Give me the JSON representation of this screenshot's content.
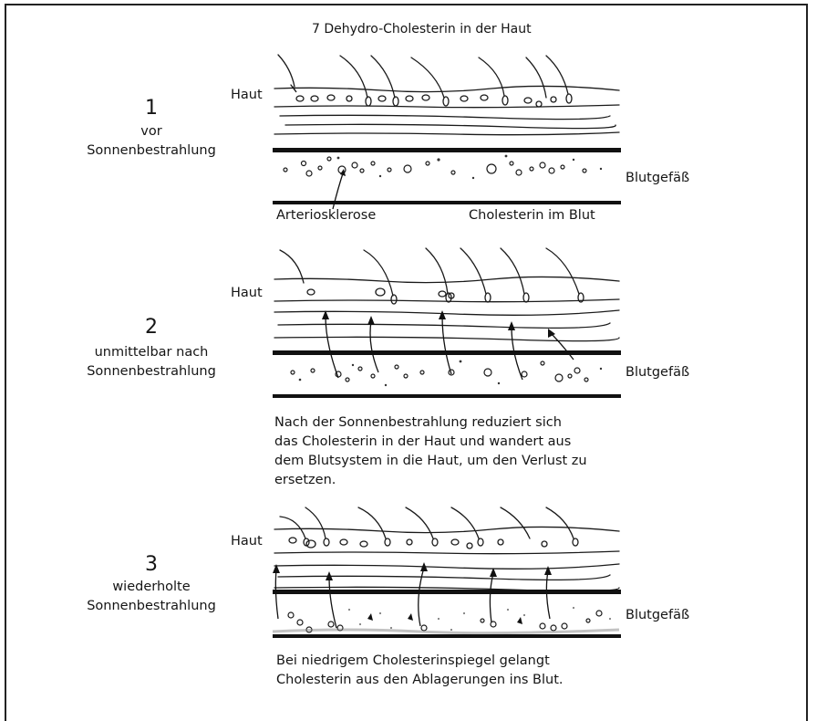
{
  "title": "7 Dehydro-Cholesterin in der Haut",
  "stages": [
    {
      "number": "1",
      "label_lines": [
        "vor",
        "Sonnenbestrahlung"
      ],
      "haut_label": "Haut",
      "vessel_label": "Blutgefäß",
      "annotations": [
        "Arteriosklerose",
        "Cholesterin im Blut"
      ]
    },
    {
      "number": "2",
      "label_lines": [
        "unmittelbar nach",
        "Sonnenbestrahlung"
      ],
      "haut_label": "Haut",
      "vessel_label": "Blutgefäß",
      "caption_lines": [
        "Nach der Sonnenbestrahlung reduziert sich",
        "das Cholesterin in der Haut und wandert aus",
        "dem Blutsystem in die Haut, um den Verlust zu",
        "ersetzen."
      ]
    },
    {
      "number": "3",
      "label_lines": [
        "wiederholte",
        "Sonnenbestrahlung"
      ],
      "haut_label": "Haut",
      "vessel_label": "Blutgefäß",
      "caption_lines": [
        "Bei niedrigem Cholesterinspiegel gelangt",
        "Cholesterin aus den Ablagerungen ins Blut."
      ]
    }
  ]
}
